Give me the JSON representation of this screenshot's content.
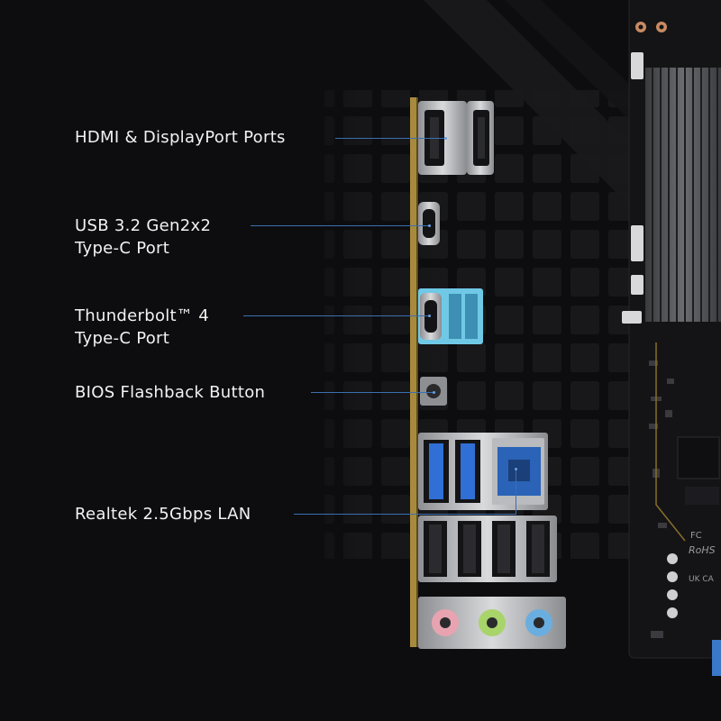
{
  "callouts": [
    {
      "lines": [
        "HDMI & DisplayPort Ports"
      ]
    },
    {
      "lines": [
        "USB 3.2 Gen2x2",
        "Type-C Port"
      ]
    },
    {
      "lines": [
        "Thunderbolt™ 4",
        "Type-C Port"
      ]
    },
    {
      "lines": [
        "BIOS Flashback Button"
      ]
    },
    {
      "lines": [
        "Realtek 2.5Gbps LAN"
      ]
    }
  ],
  "board_marks": {
    "rohs": "RoHS",
    "fc": "FC",
    "ukca": "UK CA"
  },
  "colors": {
    "background": "#0d0d0f",
    "leader_line": "#3b6fb0",
    "label_text": "#f2f2f2",
    "io_shield": "#a88a3c",
    "usb3_blue": "#2f6fd6",
    "thunderbolt_cyan": "#6fc9e6",
    "audio_pink": "#e8a3b0",
    "audio_green": "#a8d46a",
    "audio_blue": "#6aaee0"
  }
}
